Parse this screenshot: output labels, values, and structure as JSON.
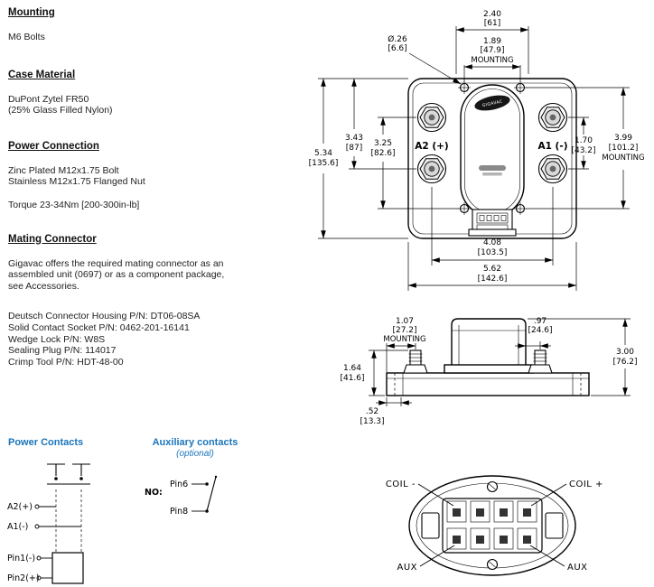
{
  "colors": {
    "accent_blue": "#1b75bb",
    "line": "#000000"
  },
  "specs": {
    "mounting": {
      "heading": "Mounting",
      "line1": "M6 Bolts"
    },
    "case_material": {
      "heading": "Case Material",
      "line1": "DuPont Zytel FR50",
      "line2": "(25% Glass Filled Nylon)"
    },
    "power_connection": {
      "heading": "Power Connection",
      "line1": "Zinc Plated M12x1.75 Bolt",
      "line2": "Stainless M12x1.75 Flanged Nut",
      "line3": "Torque 23-34Nm [200-300in-lb]"
    },
    "mating_connector": {
      "heading": "Mating Connector",
      "para_line1": "Gigavac offers the required mating connector as an",
      "para_line2": "assembled unit (0697) or as a component package,",
      "para_line3": "see Accessories.",
      "pn_line1": "Deutsch Connector Housing P/N: DT06-08SA",
      "pn_line2": "Solid Contact Socket P/N: 0462-201-16141",
      "pn_line3": "Wedge Lock P/N: W8S",
      "pn_line4": "Sealing Plug P/N: 114017",
      "pn_line5": "Crimp Tool P/N: HDT-48-00"
    }
  },
  "front_view": {
    "logo_text": "GIGAVAC",
    "terminal_a2": "A2 (+)",
    "terminal_a1": "A1 (-)",
    "dim_top_width": {
      "in": "2.40",
      "mm": "[61]"
    },
    "dim_hole_dia": {
      "in": "Ø.26",
      "mm": "[6.6]"
    },
    "dim_mount_width": {
      "in": "1.89",
      "mm": "[47.9]",
      "note": "MOUNTING"
    },
    "dim_343": {
      "in": "3.43",
      "mm": "[87]"
    },
    "dim_325": {
      "in": "3.25",
      "mm": "[82.6]"
    },
    "dim_height": {
      "in": "5.34",
      "mm": "[135.6]"
    },
    "dim_terminal_gap": {
      "in": "1.70",
      "mm": "[43.2]"
    },
    "dim_mount_height": {
      "in": "3.99",
      "mm": "[101.2]",
      "note": "MOUNTING"
    },
    "dim_terminal_width": {
      "in": "4.08",
      "mm": "[103.5]"
    },
    "dim_overall_width": {
      "in": "5.62",
      "mm": "[142.6]"
    }
  },
  "side_view": {
    "dim_mount_offset": {
      "in": "1.07",
      "mm": "[27.2]",
      "note": "MOUNTING"
    },
    "dim_097": {
      "in": ".97",
      "mm": "[24.6]"
    },
    "dim_height": {
      "in": "3.00",
      "mm": "[76.2]"
    },
    "dim_164": {
      "in": "1.64",
      "mm": "[41.6]"
    },
    "dim_052": {
      "in": ".52",
      "mm": "[13.3]"
    }
  },
  "bottom_view": {
    "coil_minus": "COIL -",
    "coil_plus": "COIL +",
    "aux_left": "AUX",
    "aux_right": "AUX"
  },
  "power_contacts": {
    "heading": "Power Contacts",
    "label_a2": "A2(+)",
    "label_a1": "A1(-)",
    "label_pin1": "Pin1(-)",
    "label_pin2": "Pin2(+)"
  },
  "aux_contacts": {
    "heading": "Auxiliary contacts",
    "subheading": "(optional)",
    "label_no": "NO:",
    "label_pin6": "Pin6",
    "label_pin8": "Pin8"
  }
}
